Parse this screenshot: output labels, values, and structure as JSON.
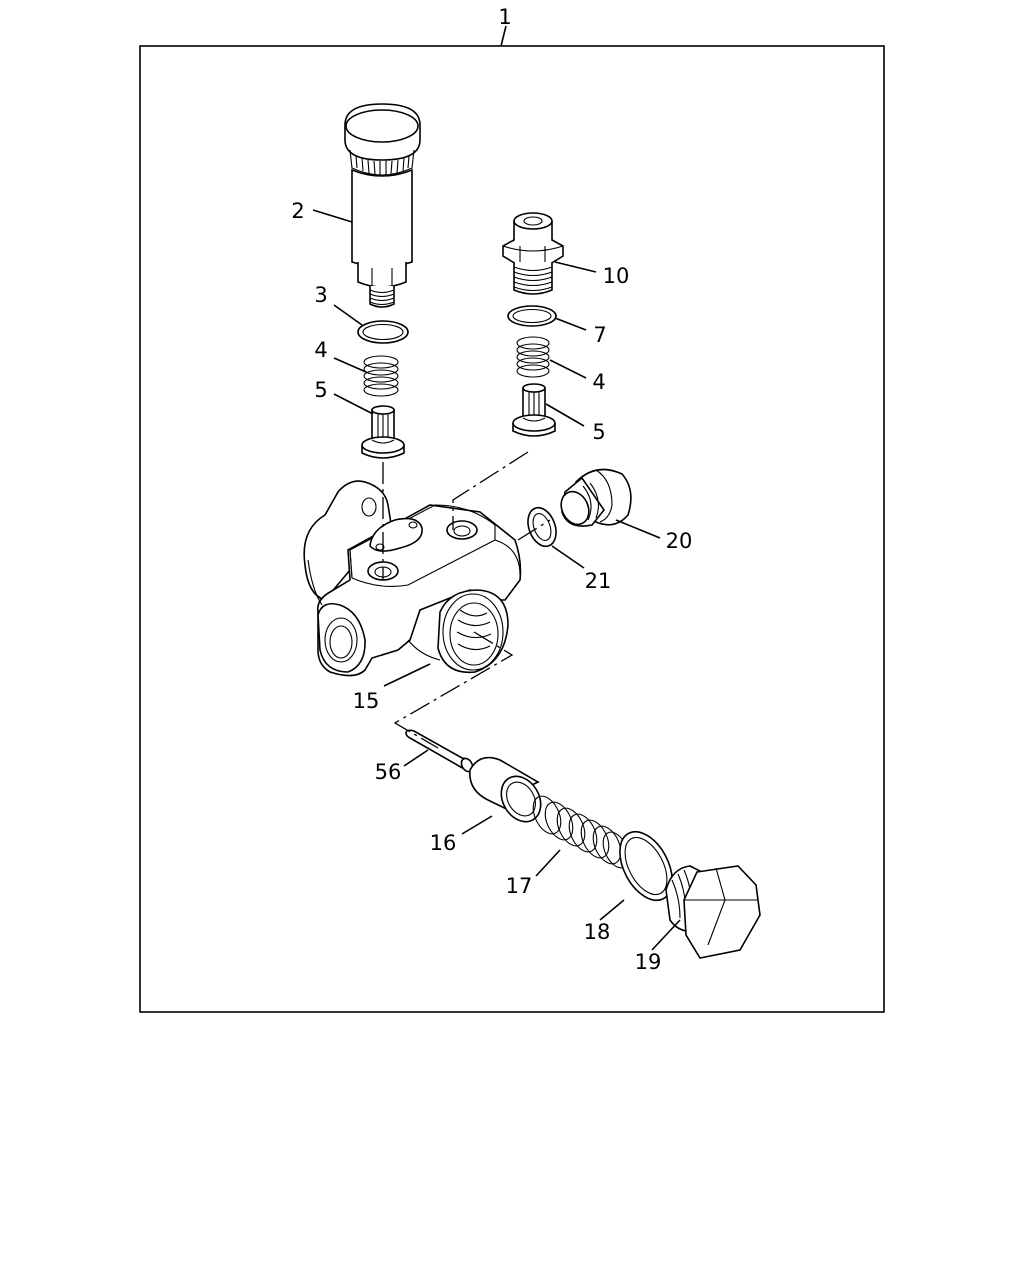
{
  "callouts": {
    "c1": "1",
    "c2": "2",
    "c3": "3",
    "c4a": "4",
    "c5a": "5",
    "c10": "10",
    "c7": "7",
    "c4b": "4",
    "c5b": "5",
    "c20": "20",
    "c21": "21",
    "c15": "15",
    "c56": "56",
    "c16": "16",
    "c17": "17",
    "c18": "18",
    "c19": "19"
  },
  "parts": [
    {
      "id": "2",
      "icon": "priming-pump-handle"
    },
    {
      "id": "3",
      "icon": "gasket-ring"
    },
    {
      "id": "4",
      "icon": "coil-spring"
    },
    {
      "id": "5",
      "icon": "valve"
    },
    {
      "id": "10",
      "icon": "hex-fitting"
    },
    {
      "id": "7",
      "icon": "gasket-ring"
    },
    {
      "id": "15",
      "icon": "pump-housing"
    },
    {
      "id": "16",
      "icon": "piston-sleeve"
    },
    {
      "id": "17",
      "icon": "coil-spring"
    },
    {
      "id": "18",
      "icon": "gasket-ring"
    },
    {
      "id": "19",
      "icon": "hex-plug"
    },
    {
      "id": "20",
      "icon": "plug"
    },
    {
      "id": "21",
      "icon": "gasket-ring"
    },
    {
      "id": "56",
      "icon": "pin"
    }
  ]
}
